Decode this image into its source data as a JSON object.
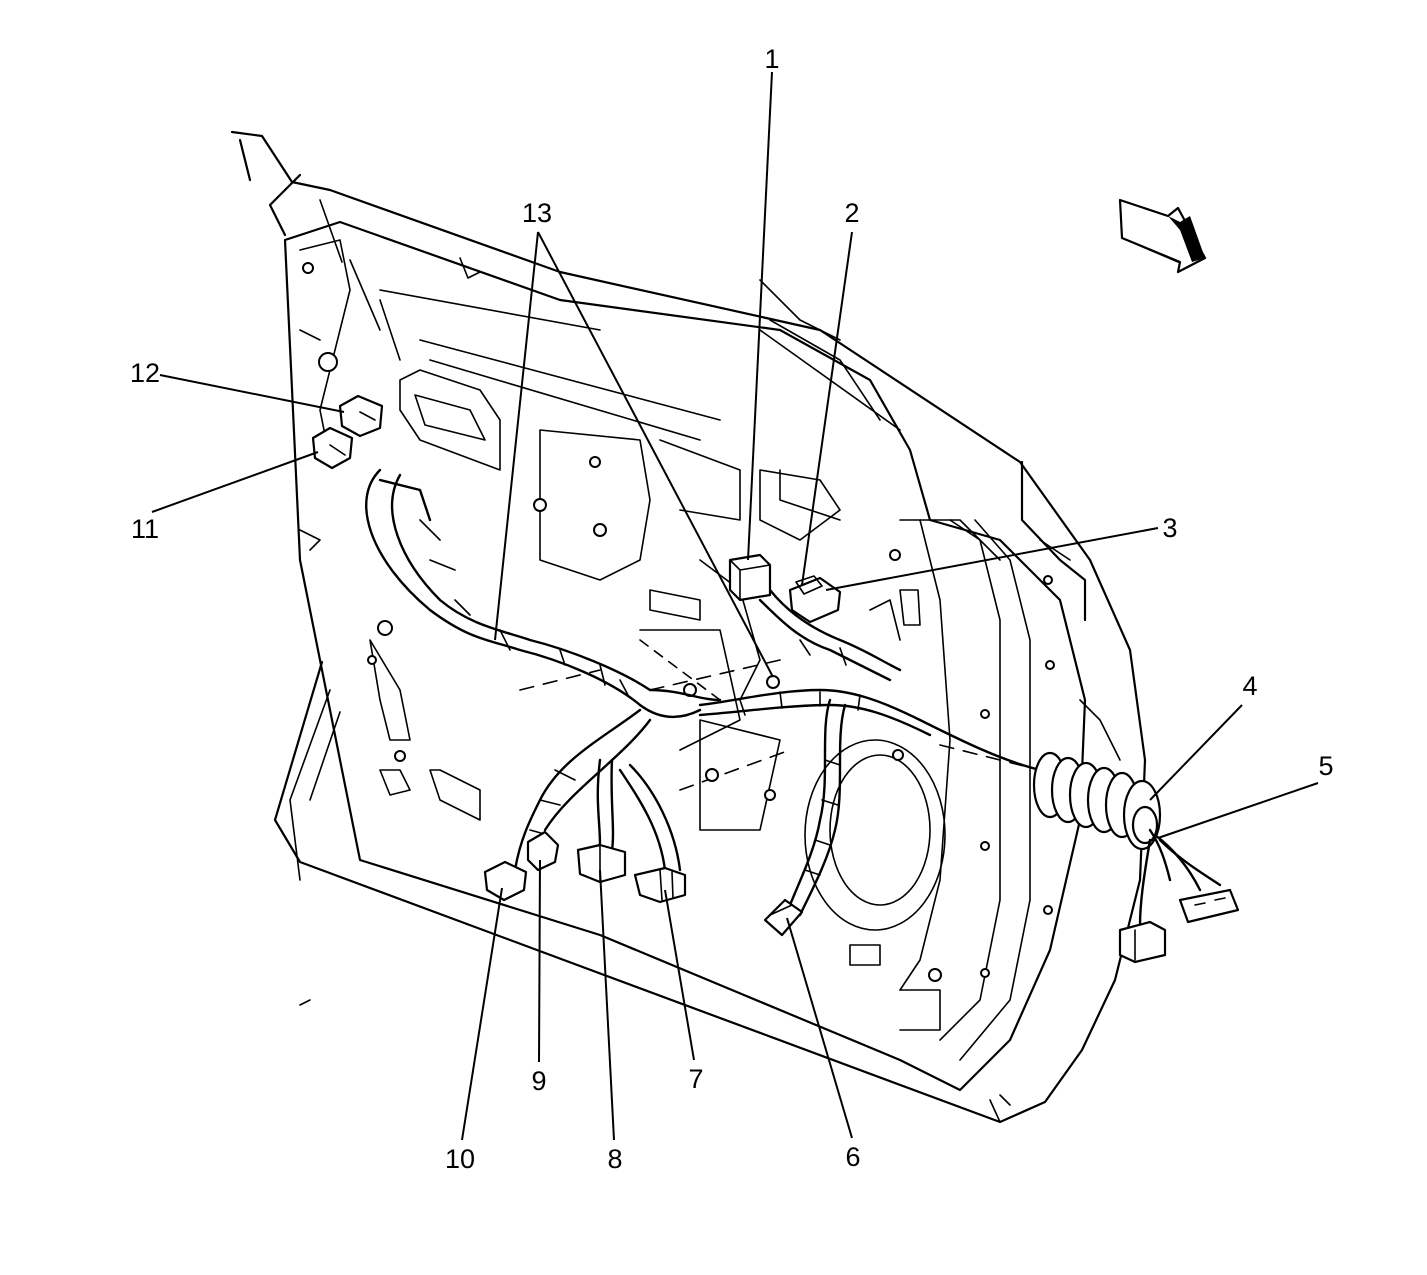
{
  "callouts": [
    {
      "id": "1",
      "text": "1"
    },
    {
      "id": "2",
      "text": "2"
    },
    {
      "id": "3",
      "text": "3"
    },
    {
      "id": "4",
      "text": "4"
    },
    {
      "id": "5",
      "text": "5"
    },
    {
      "id": "6",
      "text": "6"
    },
    {
      "id": "7",
      "text": "7"
    },
    {
      "id": "8",
      "text": "8"
    },
    {
      "id": "9",
      "text": "9"
    },
    {
      "id": "10",
      "text": "10"
    },
    {
      "id": "11",
      "text": "11"
    },
    {
      "id": "12",
      "text": "12"
    },
    {
      "id": "13",
      "text": "13"
    }
  ],
  "icons": {
    "view_arrow": "front-direction-arrow-icon"
  },
  "colors": {
    "line": "#000000",
    "background": "#ffffff"
  }
}
